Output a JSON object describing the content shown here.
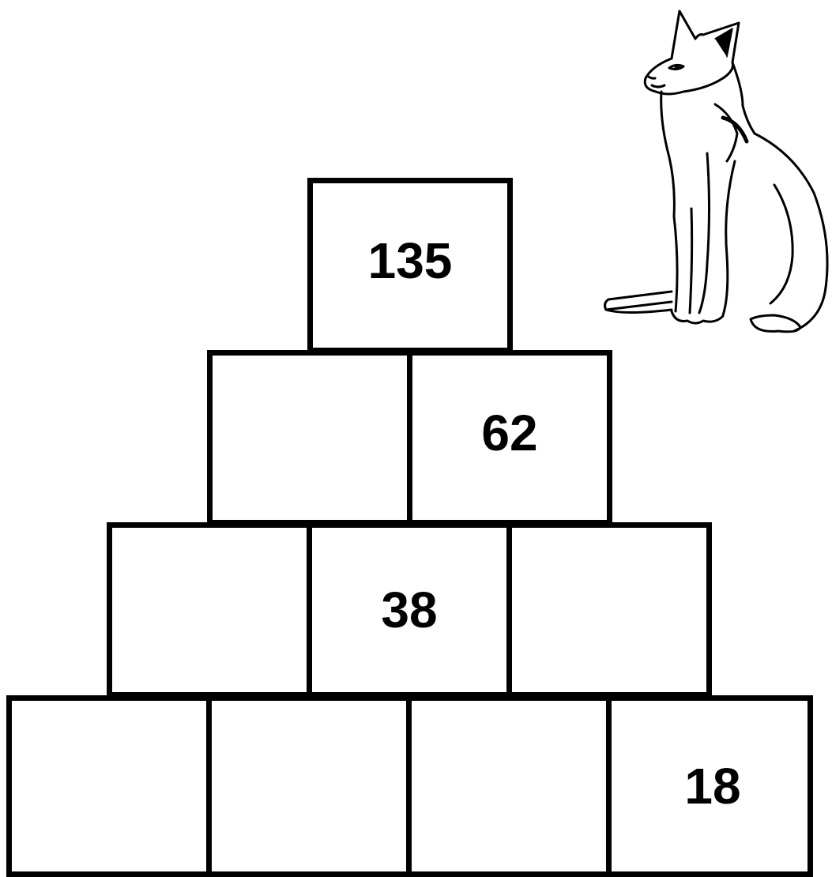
{
  "pyramid": {
    "rows": [
      [
        {
          "value": "135"
        }
      ],
      [
        {
          "value": ""
        },
        {
          "value": "62"
        }
      ],
      [
        {
          "value": ""
        },
        {
          "value": "38"
        },
        {
          "value": ""
        }
      ],
      [
        {
          "value": ""
        },
        {
          "value": ""
        },
        {
          "value": ""
        },
        {
          "value": "18"
        }
      ]
    ]
  },
  "illustration": {
    "icon": "cat-icon"
  }
}
